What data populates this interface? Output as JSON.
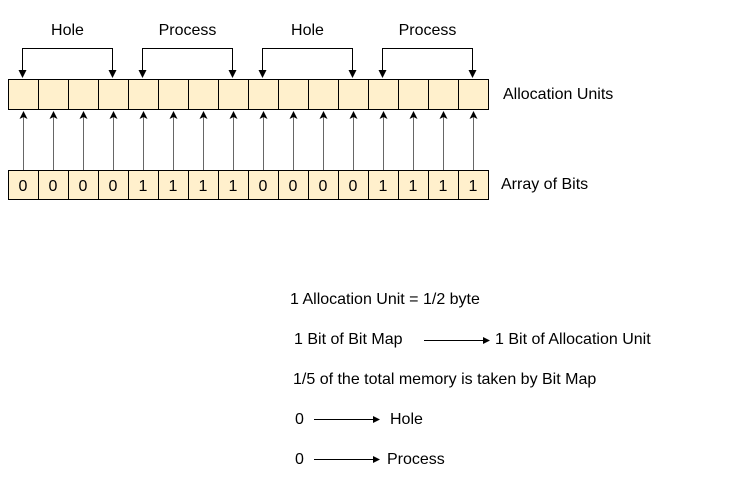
{
  "colors": {
    "cell_fill": "#fff0cc",
    "stroke": "#000000",
    "connector": "#666666"
  },
  "brackets": [
    {
      "label": "Hole",
      "from_cell": 0,
      "to_cell": 3
    },
    {
      "label": "Process",
      "from_cell": 4,
      "to_cell": 7
    },
    {
      "label": "Hole",
      "from_cell": 8,
      "to_cell": 11
    },
    {
      "label": "Process",
      "from_cell": 12,
      "to_cell": 15
    }
  ],
  "allocation_units": {
    "label": "Allocation Units",
    "count": 16
  },
  "array_of_bits": {
    "label": "Array of Bits",
    "bits": [
      "0",
      "0",
      "0",
      "0",
      "1",
      "1",
      "1",
      "1",
      "0",
      "0",
      "0",
      "0",
      "1",
      "1",
      "1",
      "1"
    ]
  },
  "notes": {
    "unit_size": "1 Allocation Unit = 1/2 byte",
    "mapping_left": "1 Bit of Bit Map",
    "mapping_right": "1 Bit of Allocation Unit",
    "memory_fraction": "1/5 of the total memory is taken by Bit Map",
    "legend": [
      {
        "bit": "0",
        "meaning": "Hole"
      },
      {
        "bit": "0",
        "meaning": "Process"
      }
    ]
  }
}
